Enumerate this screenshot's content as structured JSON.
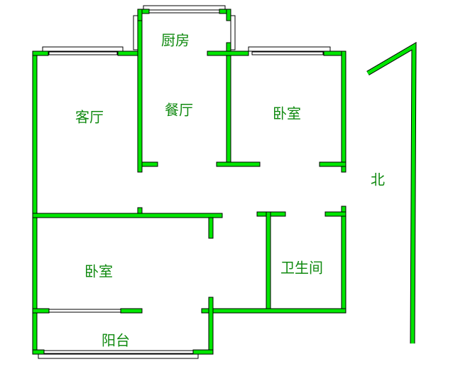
{
  "rooms": {
    "kitchen": "厨房",
    "living_room": "客厅",
    "dining_room": "餐厅",
    "bedroom_north": "卧室",
    "bedroom_south": "卧室",
    "bathroom": "卫生间",
    "balcony": "阳台"
  },
  "compass": {
    "label": "北",
    "icon": "north-arrow-icon"
  },
  "colors": {
    "wall": "#00e600",
    "label": "#108a10"
  }
}
